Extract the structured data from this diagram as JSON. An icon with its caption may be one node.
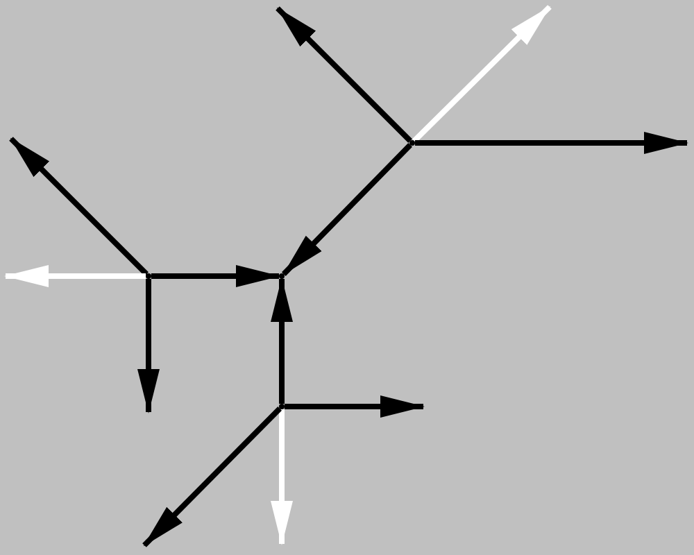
{
  "diagram": {
    "nodes": [
      {
        "text": [],
        "shape": "point"
      },
      {
        "text": [],
        "shape": "point"
      },
      {
        "text": [],
        "shape": "point"
      },
      {
        "text": [],
        "shape": "point"
      }
    ],
    "edges": [
      {
        "from": 0,
        "to": null,
        "arrow": "to"
      },
      {
        "from": 0,
        "to": null,
        "arrow": "to",
        "color": "#ffffff"
      },
      {
        "from": 0,
        "to": null,
        "arrow": "to"
      },
      {
        "from": 0,
        "to": 2,
        "arrow": "to"
      },
      {
        "from": 1,
        "to": null,
        "arrow": "to"
      },
      {
        "from": 1,
        "to": null,
        "arrow": "to",
        "color": "#ffffff"
      },
      {
        "from": 1,
        "to": null,
        "arrow": "to"
      },
      {
        "from": 1,
        "to": 2,
        "arrow": "to"
      },
      {
        "from": 3,
        "to": 2,
        "arrow": "to"
      },
      {
        "from": 3,
        "to": null,
        "arrow": "to"
      },
      {
        "from": 3,
        "to": null,
        "arrow": "to",
        "color": "#ffffff"
      },
      {
        "from": 3,
        "to": null,
        "arrow": "to"
      }
    ]
  }
}
